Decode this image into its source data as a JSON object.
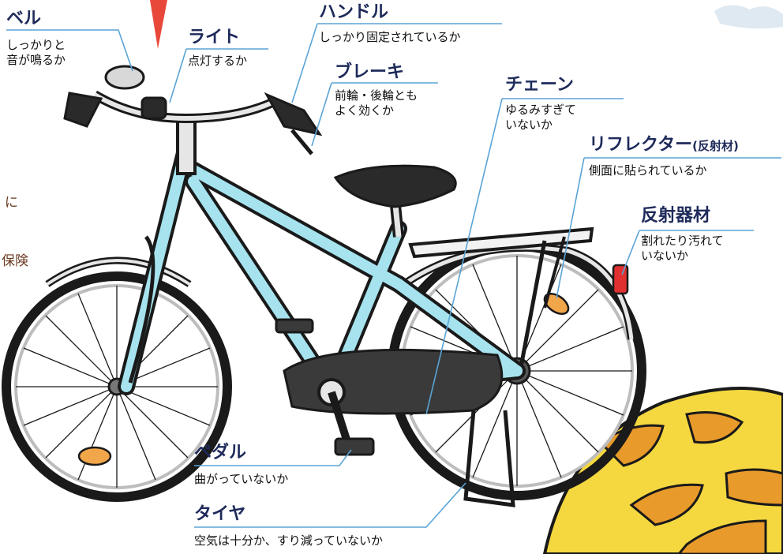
{
  "labels": {
    "bell": {
      "title": "ベル",
      "desc": "しっかりと\n音が鳴るか"
    },
    "light": {
      "title": "ライト",
      "desc": "点灯するか"
    },
    "handle": {
      "title": "ハンドル",
      "desc": "しっかり固定されているか"
    },
    "brake": {
      "title": "ブレーキ",
      "desc": "前輪・後輪とも\nよく効くか"
    },
    "chain": {
      "title": "チェーン",
      "desc": "ゆるみすぎて\nいないか"
    },
    "reflector": {
      "title": "リフレクター",
      "title_sub": "(反射材)",
      "desc": "側面に貼られているか"
    },
    "reflective": {
      "title": "反射器材",
      "desc": "割れたり汚れて\nいないか"
    },
    "pedal": {
      "title": "ペダル",
      "desc": "曲がっていないか"
    },
    "tire": {
      "title": "タイヤ",
      "desc": "空気は十分か、すり減っていないか"
    }
  },
  "side_text": {
    "a": "に",
    "b": "保険"
  },
  "colors": {
    "frame": "#a6e3ee",
    "outline": "#1a1a1a",
    "reflector": "#f2a64a",
    "rear_light": "#e03030",
    "leader": "#5aa4d6",
    "helmet": "#f5d840",
    "label": "#1e2a5a",
    "accent_red": "#e8483a"
  }
}
